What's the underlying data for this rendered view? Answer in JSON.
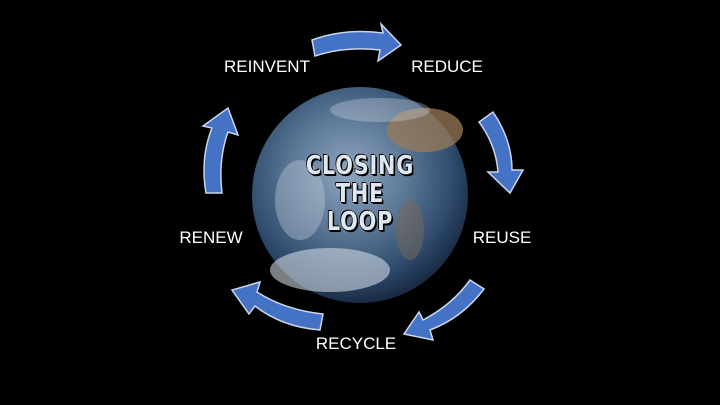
{
  "title": {
    "lines": [
      "CLOSING",
      "THE",
      "LOOP"
    ]
  },
  "cycle_steps": [
    "REDUCE",
    "REUSE",
    "RECYCLE",
    "RENEW",
    "REINVENT"
  ],
  "colors": {
    "arrow": "#4472C4",
    "arrow_outline": "#c9d6ee",
    "background": "#000000"
  }
}
